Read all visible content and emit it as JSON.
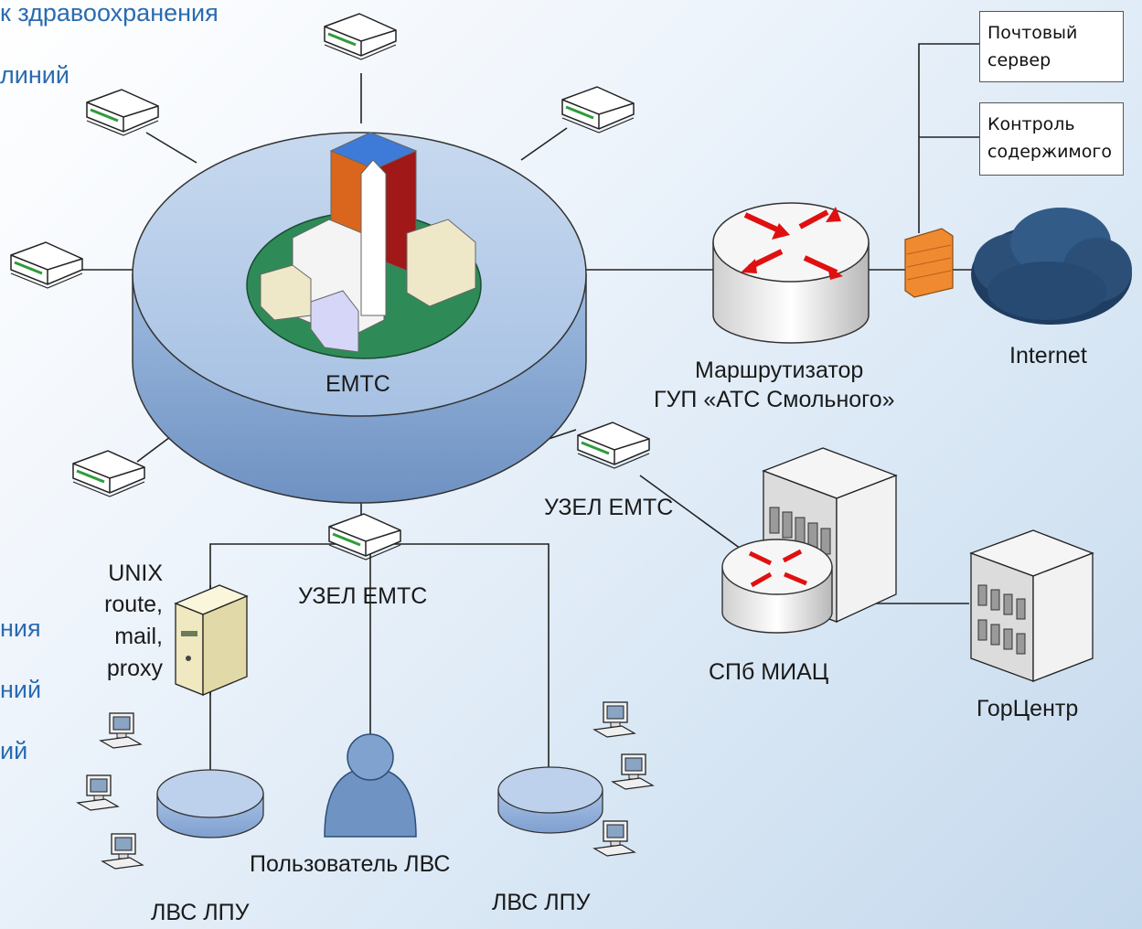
{
  "background_fragments": {
    "top_line1": "к здравоохранения",
    "top_line2": "линий",
    "left_line1": "ния",
    "left_line2": "ний",
    "left_line3": "ий"
  },
  "nodes": {
    "emts_core": "ЕМТС",
    "router_line1": "Маршрутизатор",
    "router_line2": "ГУП «АТС Смольного»",
    "internet": "Internet",
    "mail_server_line1": "Почтовый",
    "mail_server_line2": "сервер",
    "content_control_line1": "Контроль",
    "content_control_line2": "содержимого",
    "node_emts_right": "УЗЕЛ ЕМТС",
    "node_emts_bottom": "УЗЕЛ ЕМТС",
    "miac": "СПб МИАЦ",
    "gorcentr": "ГорЦентр",
    "unix_line1": "UNIX",
    "unix_line2": "route,",
    "unix_line3": "mail,",
    "unix_line4": "proxy",
    "lan_user": "Пользователь ЛВС",
    "lan_lpu_left": "ЛВС ЛПУ",
    "lan_lpu_right": "ЛВС ЛПУ"
  },
  "colors": {
    "ring_top": "#b5cbe8",
    "ring_side": "#8fb0d8",
    "campus_green": "#2e8b57",
    "router_arrow": "#e01010",
    "firewall": "#f08a30",
    "cloud": "#2c4f78",
    "text_blue": "#2a6bb0"
  }
}
